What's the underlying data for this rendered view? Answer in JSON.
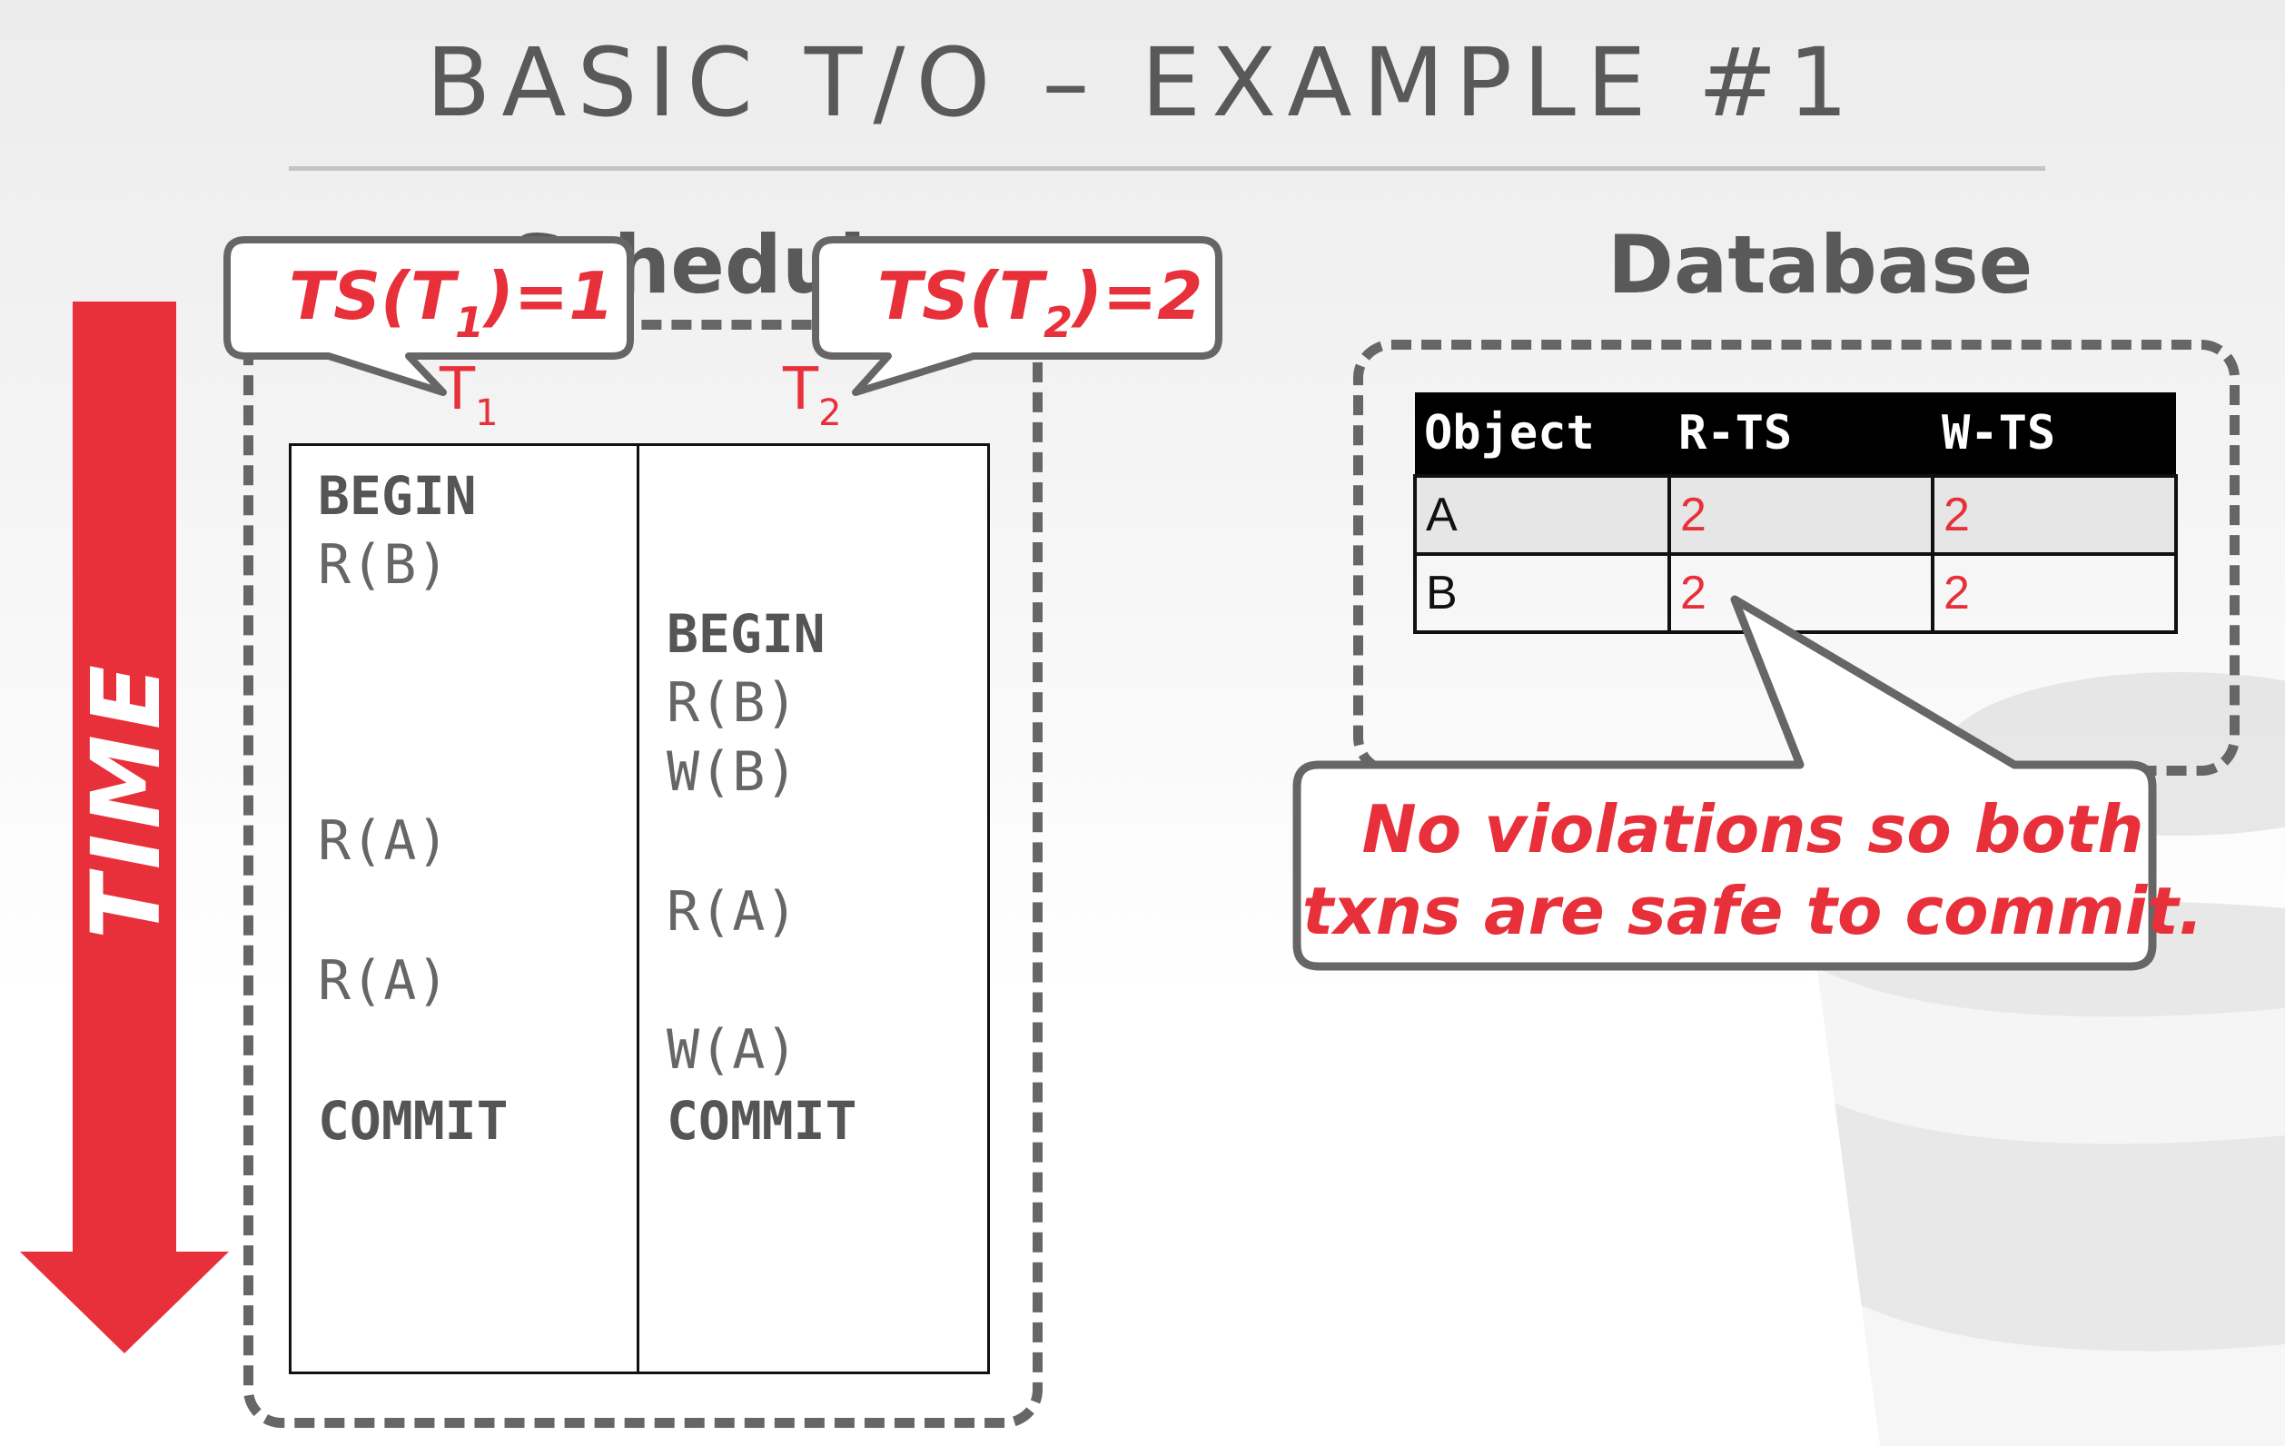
{
  "title": "BASIC T/O – EXAMPLE #1",
  "time_label": "TIME",
  "schedule": {
    "label": "Schedule",
    "t1_header": {
      "base": "T",
      "sub": "1"
    },
    "t2_header": {
      "base": "T",
      "sub": "2"
    },
    "t1_ops": [
      "BEGIN",
      "R(B)",
      "R(A)",
      "R(A)",
      "COMMIT"
    ],
    "t2_ops": [
      "BEGIN",
      "R(B)",
      "W(B)",
      "R(A)",
      "W(A)",
      "COMMIT"
    ]
  },
  "timestamps": {
    "t1": {
      "prefix": "TS(T",
      "sub": "1",
      "suffix": ")=1"
    },
    "t2": {
      "prefix": "TS(T",
      "sub": "2",
      "suffix": ")=2"
    }
  },
  "database": {
    "label": "Database",
    "columns": [
      "Object",
      "R-TS",
      "W-TS"
    ],
    "rows": [
      {
        "object": "A",
        "r_ts": "2",
        "w_ts": "2"
      },
      {
        "object": "B",
        "r_ts": "2",
        "w_ts": "2"
      }
    ]
  },
  "callout": {
    "line1": "No violations so both",
    "line2": "txns are safe to commit."
  },
  "colors": {
    "accent": "#e8303a",
    "text_gray": "#595959",
    "dash": "#666666"
  }
}
